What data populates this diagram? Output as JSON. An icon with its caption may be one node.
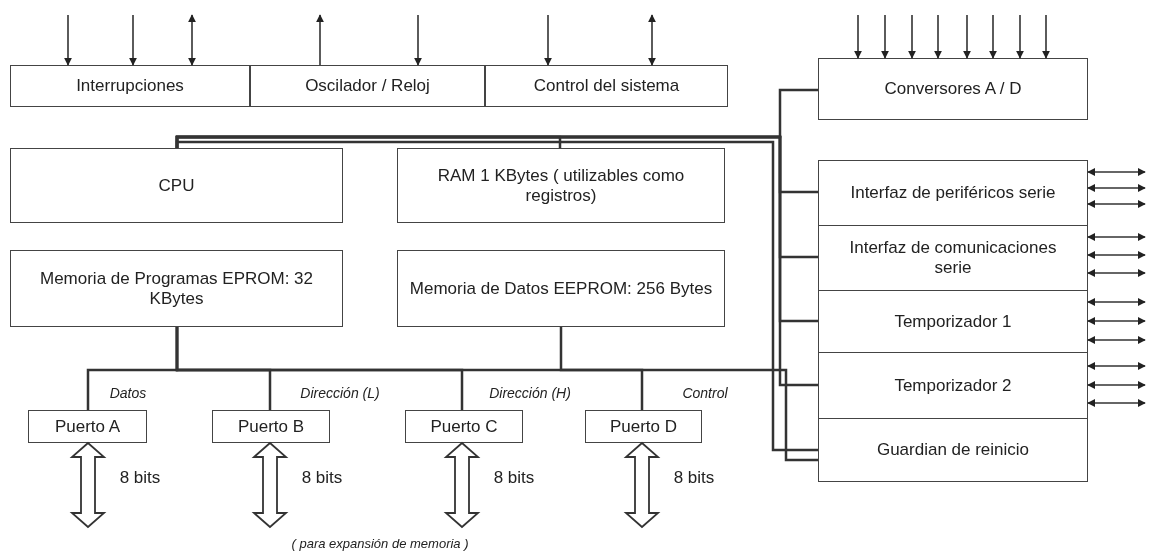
{
  "diagram": {
    "nodes": [
      {
        "text": [
          "Interrupciones"
        ]
      },
      {
        "text": [
          "Oscilador / Reloj"
        ]
      },
      {
        "text": [
          "Control del sistema"
        ]
      },
      {
        "text": [
          "Conversores A / D"
        ]
      },
      {
        "text": [
          "CPU"
        ]
      },
      {
        "text": [
          "RAM 1 KBytes ( utilizables como registros)"
        ]
      },
      {
        "text": [
          "Memoria de Programas EPROM: 32 KBytes"
        ]
      },
      {
        "text": [
          "Memoria de Datos EEPROM: 256 Bytes"
        ]
      },
      {
        "text": [
          "Interfaz de periféricos serie"
        ]
      },
      {
        "text": [
          "Interfaz de comunicaciones serie"
        ]
      },
      {
        "text": [
          "Temporizador 1"
        ]
      },
      {
        "text": [
          "Temporizador 2"
        ]
      },
      {
        "text": [
          "Guardian de reinicio"
        ]
      },
      {
        "text": [
          "Puerto A"
        ]
      },
      {
        "text": [
          "Puerto B"
        ]
      },
      {
        "text": [
          "Puerto C"
        ]
      },
      {
        "text": [
          "Puerto D"
        ]
      }
    ],
    "edges": [
      {
        "from": null,
        "to": 0,
        "arrow": "to"
      },
      {
        "from": null,
        "to": 0,
        "arrow": "to"
      },
      {
        "from": null,
        "to": 0,
        "arrow": "both"
      },
      {
        "from": 1,
        "to": null,
        "arrow": "to"
      },
      {
        "from": null,
        "to": 1,
        "arrow": "to"
      },
      {
        "from": null,
        "to": 2,
        "arrow": "to"
      },
      {
        "from": null,
        "to": 2,
        "arrow": "both"
      },
      {
        "from": null,
        "to": 3,
        "arrow": "to"
      },
      {
        "from": null,
        "to": 3,
        "arrow": "to"
      },
      {
        "from": null,
        "to": 3,
        "arrow": "to"
      },
      {
        "from": null,
        "to": 3,
        "arrow": "to"
      },
      {
        "from": null,
        "to": 3,
        "arrow": "to"
      },
      {
        "from": null,
        "to": 3,
        "arrow": "to"
      },
      {
        "from": null,
        "to": 3,
        "arrow": "to"
      },
      {
        "from": null,
        "to": 3,
        "arrow": "to"
      },
      {
        "from": null,
        "to": 8,
        "arrow": "both"
      },
      {
        "from": null,
        "to": 8,
        "arrow": "both"
      },
      {
        "from": null,
        "to": 8,
        "arrow": "both"
      },
      {
        "from": null,
        "to": 9,
        "arrow": "both"
      },
      {
        "from": null,
        "to": 9,
        "arrow": "both"
      },
      {
        "from": null,
        "to": 9,
        "arrow": "both"
      },
      {
        "from": null,
        "to": 10,
        "arrow": "both"
      },
      {
        "from": null,
        "to": 10,
        "arrow": "both"
      },
      {
        "from": null,
        "to": 10,
        "arrow": "both"
      },
      {
        "from": null,
        "to": 11,
        "arrow": "both"
      },
      {
        "from": null,
        "to": 11,
        "arrow": "both"
      },
      {
        "from": null,
        "to": 11,
        "arrow": "both"
      },
      {
        "from": 13,
        "to": null,
        "arrow": "both",
        "style": "thick",
        "label": "8 bits"
      },
      {
        "from": 14,
        "to": null,
        "arrow": "both",
        "style": "thick",
        "label": "8 bits"
      },
      {
        "from": 15,
        "to": null,
        "arrow": "both",
        "style": "thick",
        "label": "8 bits"
      },
      {
        "from": 16,
        "to": null,
        "arrow": "both",
        "style": "thick",
        "label": "8 bits"
      },
      {
        "from": 4,
        "to": 5,
        "arrow": "none"
      },
      {
        "from": 4,
        "to": 3,
        "arrow": "none"
      },
      {
        "from": 4,
        "to": 8,
        "arrow": "none"
      },
      {
        "from": 4,
        "to": 9,
        "arrow": "none"
      },
      {
        "from": 4,
        "to": 10,
        "arrow": "none"
      },
      {
        "from": 4,
        "to": 11,
        "arrow": "none"
      },
      {
        "from": 4,
        "to": 12,
        "arrow": "none"
      },
      {
        "from": 6,
        "to": 13,
        "arrow": "none",
        "label": "Datos"
      },
      {
        "from": 6,
        "to": 14,
        "arrow": "none",
        "label": "Dirección (L)"
      },
      {
        "from": 6,
        "to": 15,
        "arrow": "none",
        "label": "Dirección (H)"
      },
      {
        "from": 6,
        "to": 16,
        "arrow": "none",
        "label": "Control"
      },
      {
        "from": 7,
        "to": 12,
        "arrow": "none"
      }
    ],
    "labels": [
      "( para expansión de memoria )"
    ]
  }
}
